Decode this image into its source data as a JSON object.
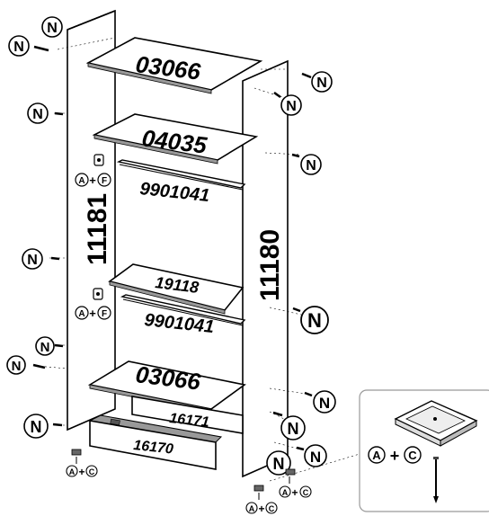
{
  "parts": {
    "shelf_top": "03066",
    "shelf_second": "04035",
    "rail_upper": "9901041",
    "left_side_panel": "11181",
    "right_side_panel": "11180",
    "shelf_middle": "19118",
    "rail_lower": "9901041",
    "shelf_bottom": "03066",
    "plinth_inner": "16171",
    "plinth_front": "16170"
  },
  "fastener_badge": "N",
  "hardware_labels": {
    "rail_bracket_upper": "A+F",
    "rail_bracket_lower": "A+F",
    "glide_left": "A+C",
    "glide_right": "A+C",
    "glide_bottom": "A+C",
    "detail_callout": "A+C"
  },
  "letters": {
    "a": "A",
    "c": "C",
    "f": "F",
    "plus": "+"
  }
}
